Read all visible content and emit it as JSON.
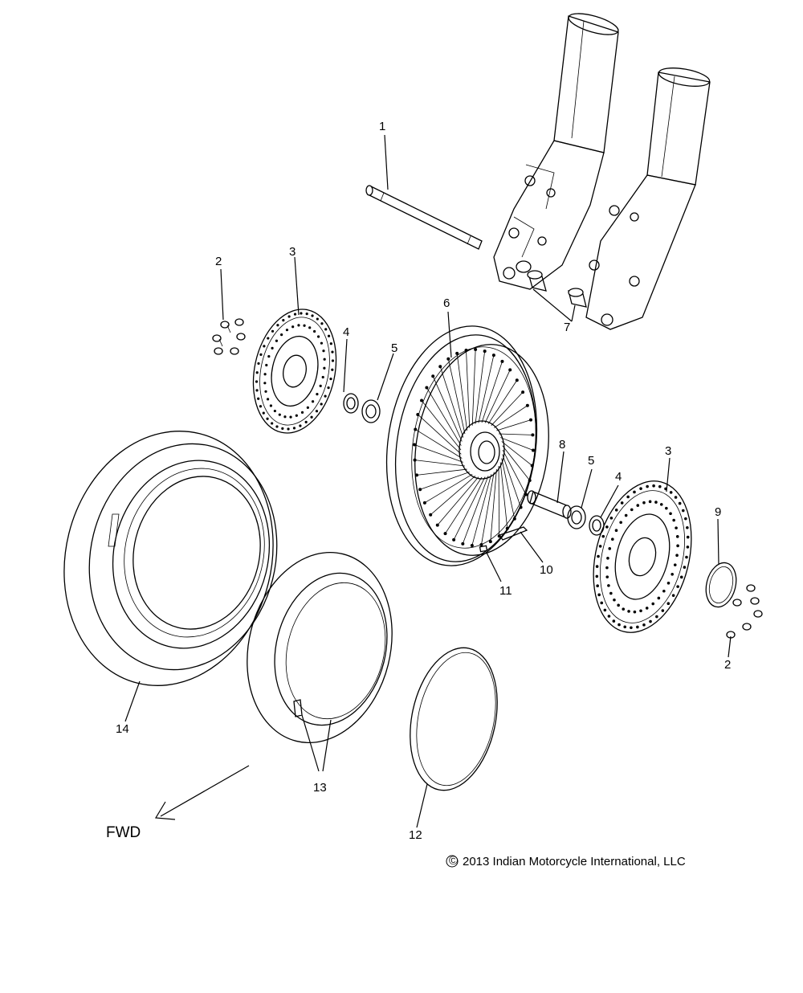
{
  "diagram": {
    "callouts": {
      "c1": "1",
      "c2a": "2",
      "c2b": "2",
      "c3a": "3",
      "c3b": "3",
      "c4a": "4",
      "c4b": "4",
      "c5a": "5",
      "c5b": "5",
      "c6": "6",
      "c7": "7",
      "c8": "8",
      "c9": "9",
      "c10": "10",
      "c11": "11",
      "c12": "12",
      "c13": "13",
      "c14": "14"
    },
    "direction_label": "FWD",
    "copyright": "2013 Indian Motorcycle International, LLC",
    "copyright_symbol": "©"
  }
}
